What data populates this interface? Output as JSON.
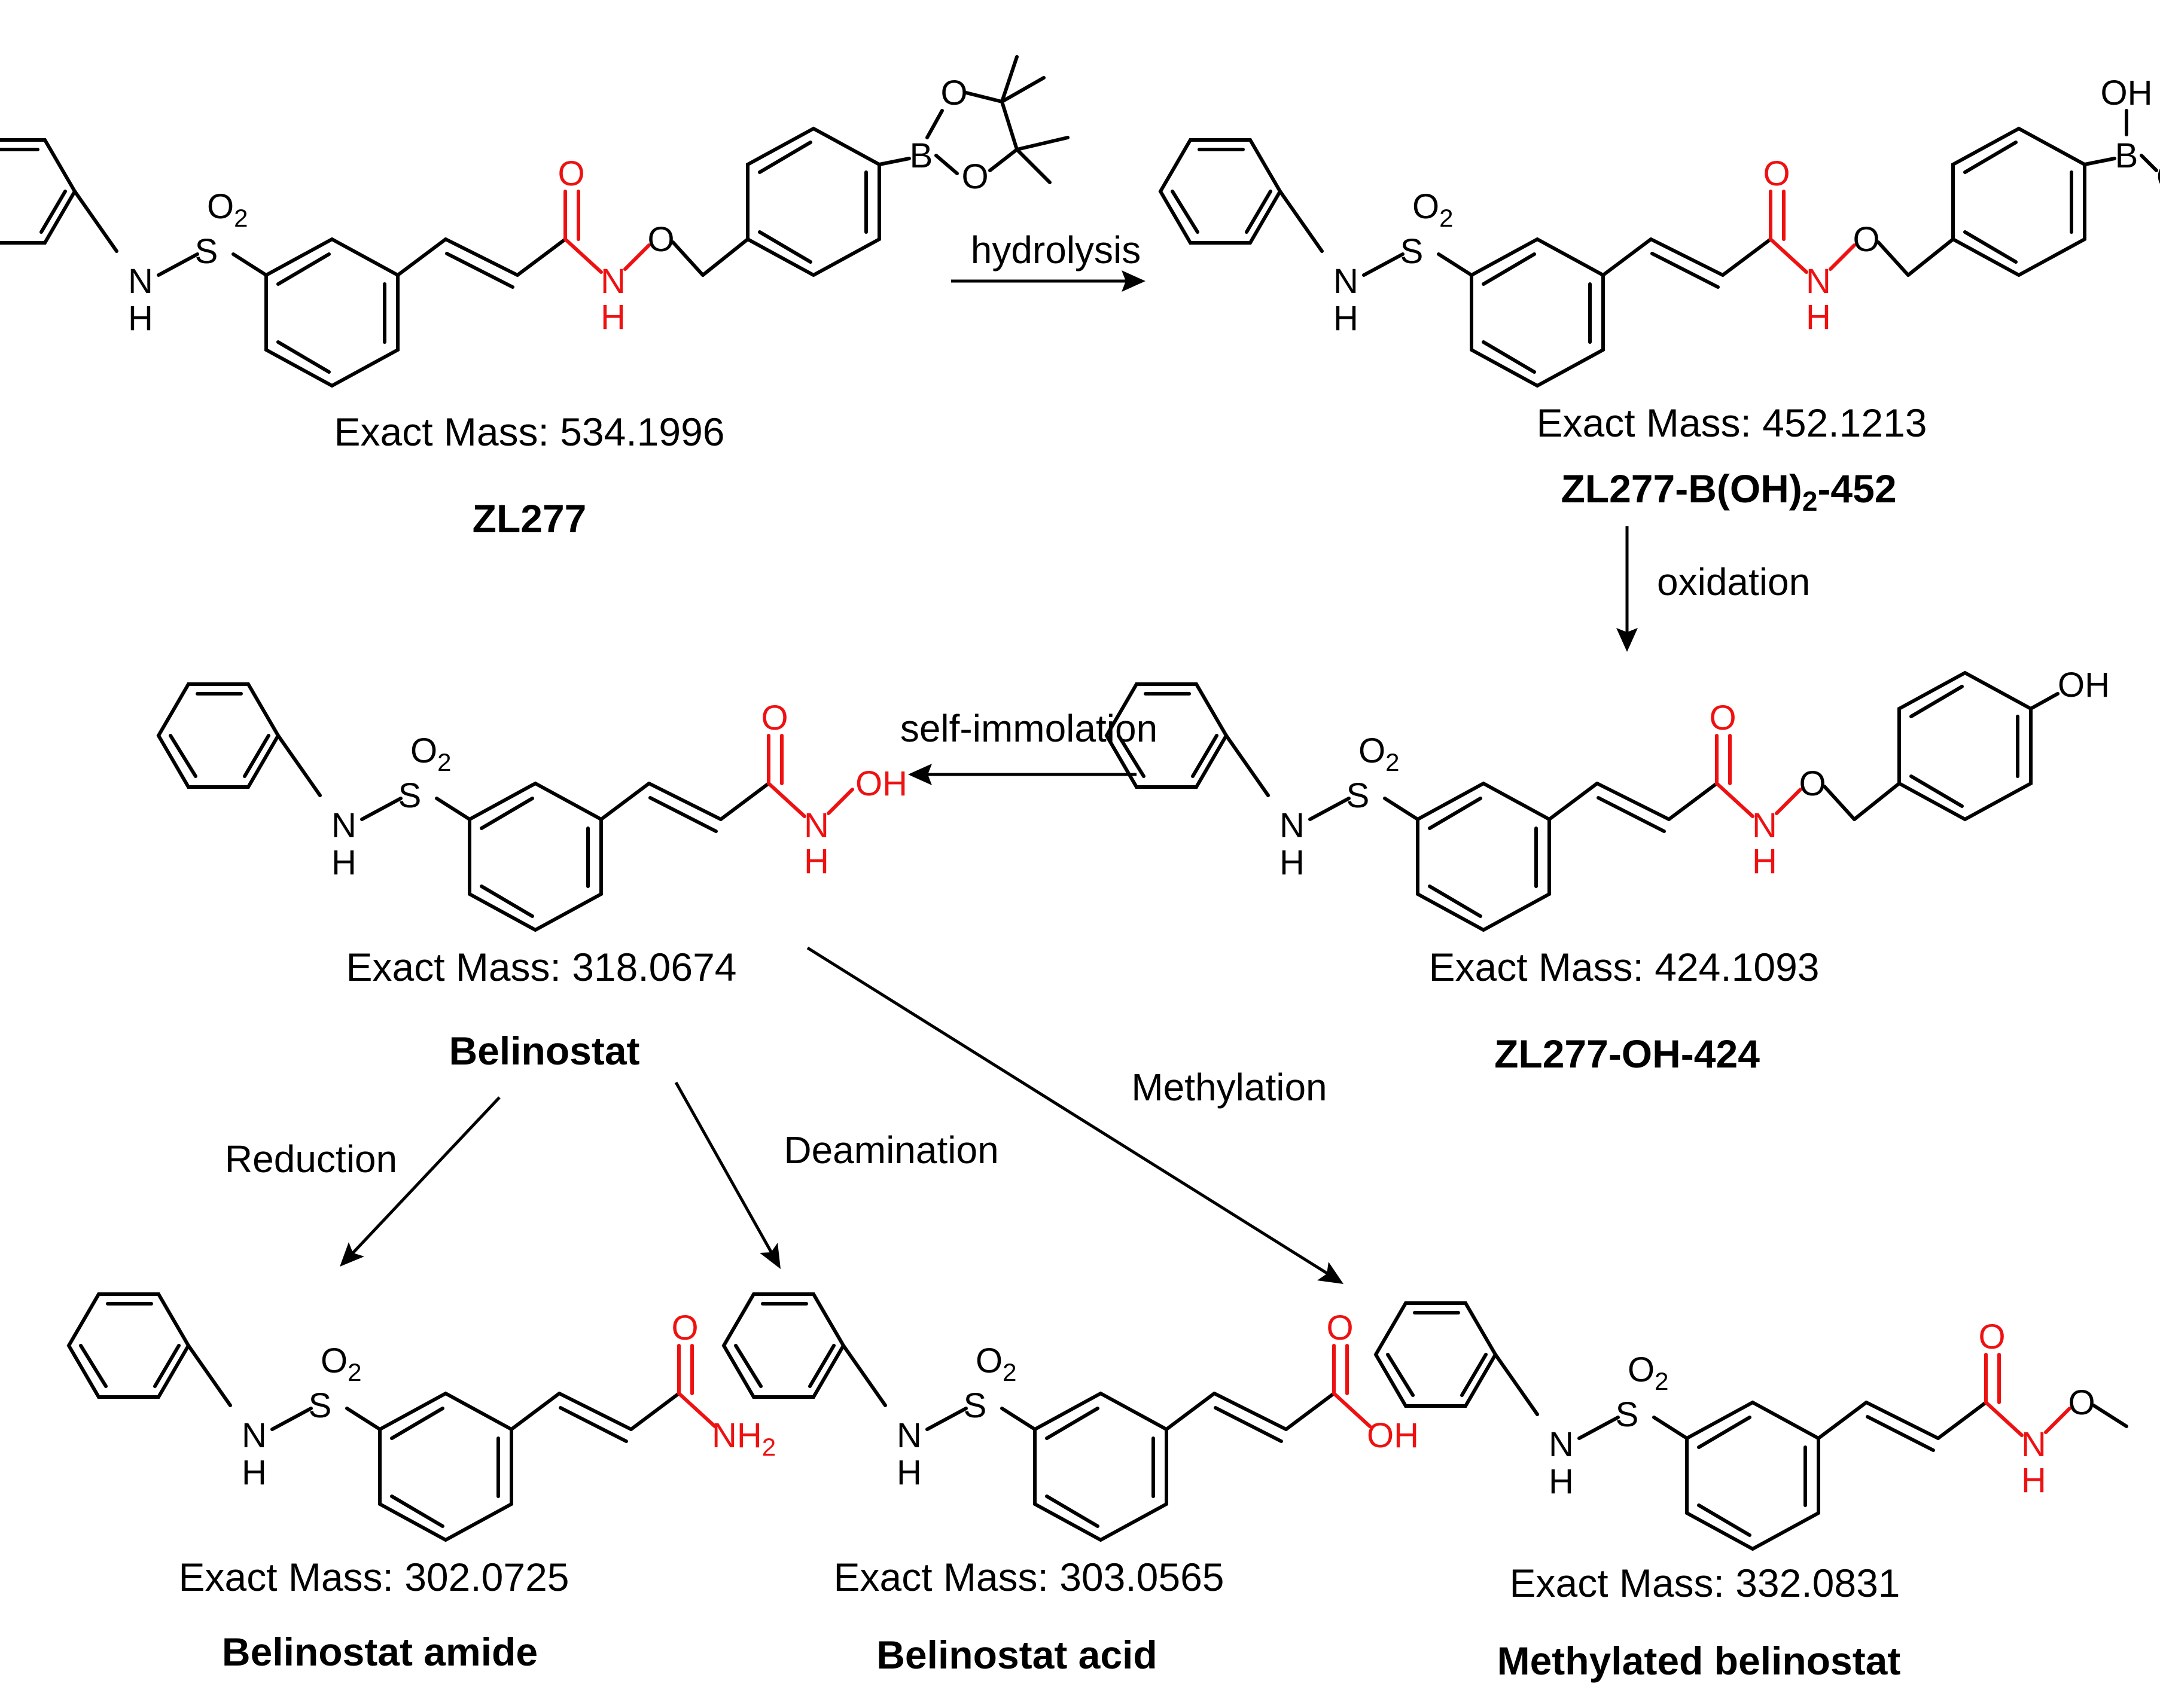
{
  "colors": {
    "bond": "#000000",
    "highlight": "#ee1111",
    "background": "#ffffff"
  },
  "compounds": {
    "zl277": {
      "mass": "Exact Mass: 534.1996",
      "name": "ZL277",
      "atoms": {
        "o2": "O",
        "o2_sub": "2",
        "s": "S",
        "n": "N",
        "h": "H",
        "o_carbonyl": "O",
        "n_amide": "N",
        "h_amide": "H",
        "o_ether": "O",
        "b": "B",
        "o_ring_top": "O",
        "o_ring_bottom": "O"
      }
    },
    "boronic": {
      "mass": "Exact Mass: 452.1213",
      "name_main": "ZL277-B(OH)",
      "name_sub": "2",
      "name_tail": "-452",
      "atoms": {
        "o2": "O",
        "o2_sub": "2",
        "s": "S",
        "n": "N",
        "h": "H",
        "o_carbonyl": "O",
        "n_amide": "N",
        "h_amide": "H",
        "o_ether": "O",
        "b": "B",
        "oh_top": "OH",
        "oh_right": "OH"
      }
    },
    "phenol": {
      "mass": "Exact Mass: 424.1093",
      "name": "ZL277-OH-424",
      "atoms": {
        "o2": "O",
        "o2_sub": "2",
        "s": "S",
        "n": "N",
        "h": "H",
        "o_carbonyl": "O",
        "n_amide": "N",
        "h_amide": "H",
        "o_ether": "O",
        "oh": "OH"
      }
    },
    "belinostat": {
      "mass": "Exact Mass: 318.0674",
      "name": "Belinostat",
      "atoms": {
        "o2": "O",
        "o2_sub": "2",
        "s": "S",
        "n": "N",
        "h": "H",
        "o_carbonyl": "O",
        "n_amide": "N",
        "h_amide": "H",
        "oh": "OH"
      }
    },
    "amide": {
      "mass": "Exact Mass: 302.0725",
      "name": "Belinostat amide",
      "atoms": {
        "o2": "O",
        "o2_sub": "2",
        "s": "S",
        "n": "N",
        "h": "H",
        "o_carbonyl": "O",
        "nh2": "NH",
        "nh2_sub": "2"
      }
    },
    "acid": {
      "mass": "Exact Mass: 303.0565",
      "name": "Belinostat acid",
      "atoms": {
        "o2": "O",
        "o2_sub": "2",
        "s": "S",
        "n": "N",
        "h": "H",
        "o_carbonyl": "O",
        "oh": "OH"
      }
    },
    "methylated": {
      "mass": "Exact Mass: 332.0831",
      "name": "Methylated belinostat",
      "atoms": {
        "o2": "O",
        "o2_sub": "2",
        "s": "S",
        "n": "N",
        "h": "H",
        "o_carbonyl": "O",
        "n_amide": "N",
        "h_amide": "H",
        "o_ether": "O"
      }
    }
  },
  "reactions": {
    "hydrolysis": "hydrolysis",
    "oxidation": "oxidation",
    "self_immolation": "self-immolation",
    "methylation": "Methylation",
    "reduction": "Reduction",
    "deamination": "Deamination"
  }
}
